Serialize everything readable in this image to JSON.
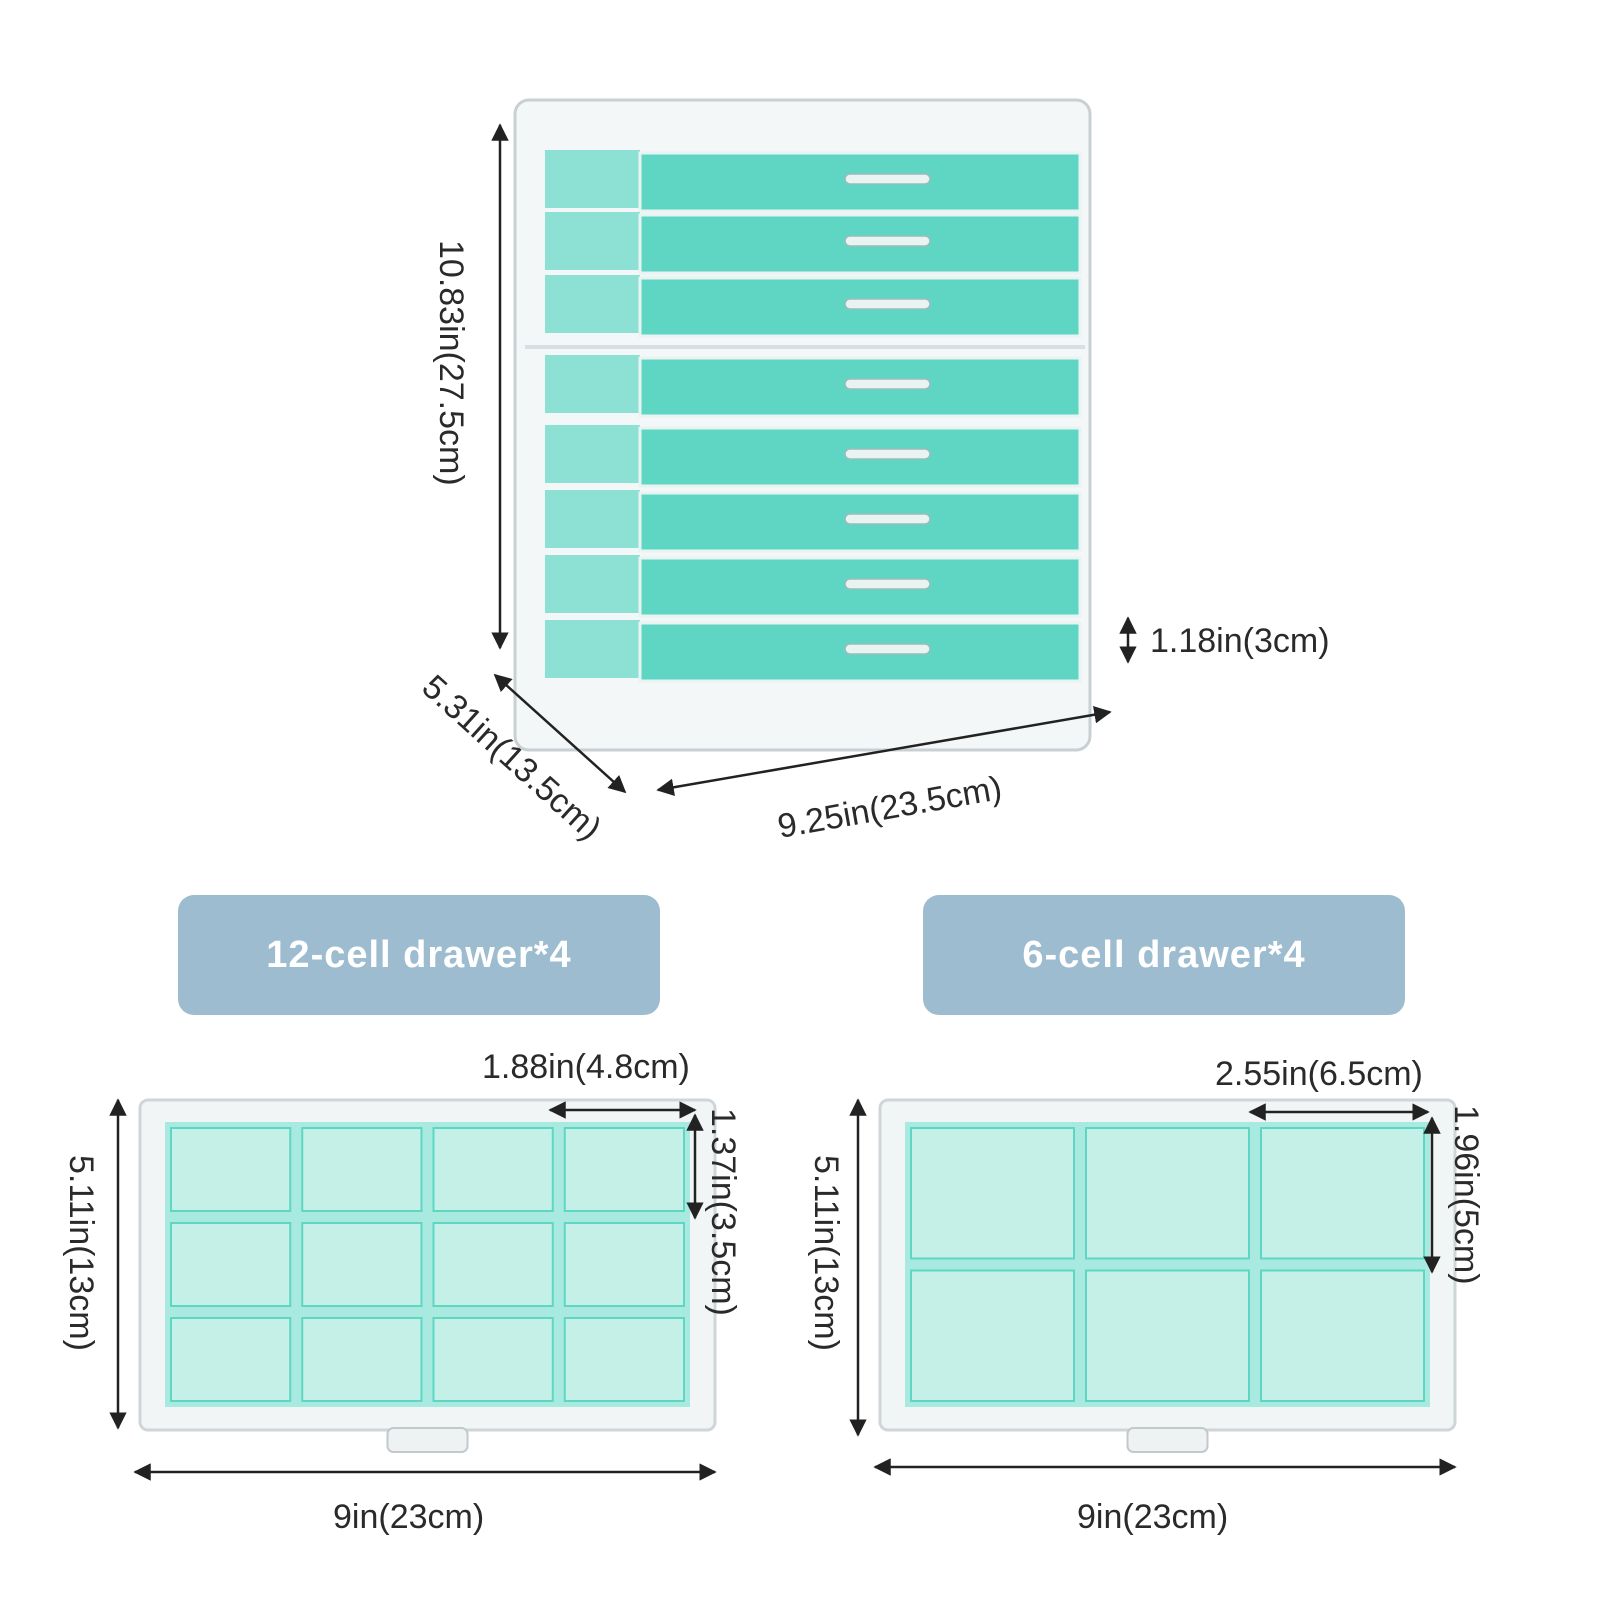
{
  "organizer": {
    "height_label": "10.83in(27.5cm)",
    "depth_label": "5.31in(13.5cm)",
    "width_label": "9.25in(23.5cm)",
    "drawer_height_label": "1.18in(3cm)",
    "drawer_count": 8
  },
  "trays": [
    {
      "title": "12-cell drawer*4",
      "rows": 3,
      "cols": 4,
      "cell_width_label": "1.88in(4.8cm)",
      "cell_height_label": "1.37in(3.5cm)",
      "depth_label": "5.11in(13cm)",
      "width_label": "9in(23cm)"
    },
    {
      "title": "6-cell drawer*4",
      "rows": 2,
      "cols": 3,
      "cell_width_label": "2.55in(6.5cm)",
      "cell_height_label": "1.96in(5cm)",
      "depth_label": "5.11in(13cm)",
      "width_label": "9in(23cm)"
    }
  ],
  "colors": {
    "velvet": "#5fd6c4",
    "velvet_light": "#a8eadf",
    "badge": "#9dbcd0",
    "line": "#222222"
  }
}
